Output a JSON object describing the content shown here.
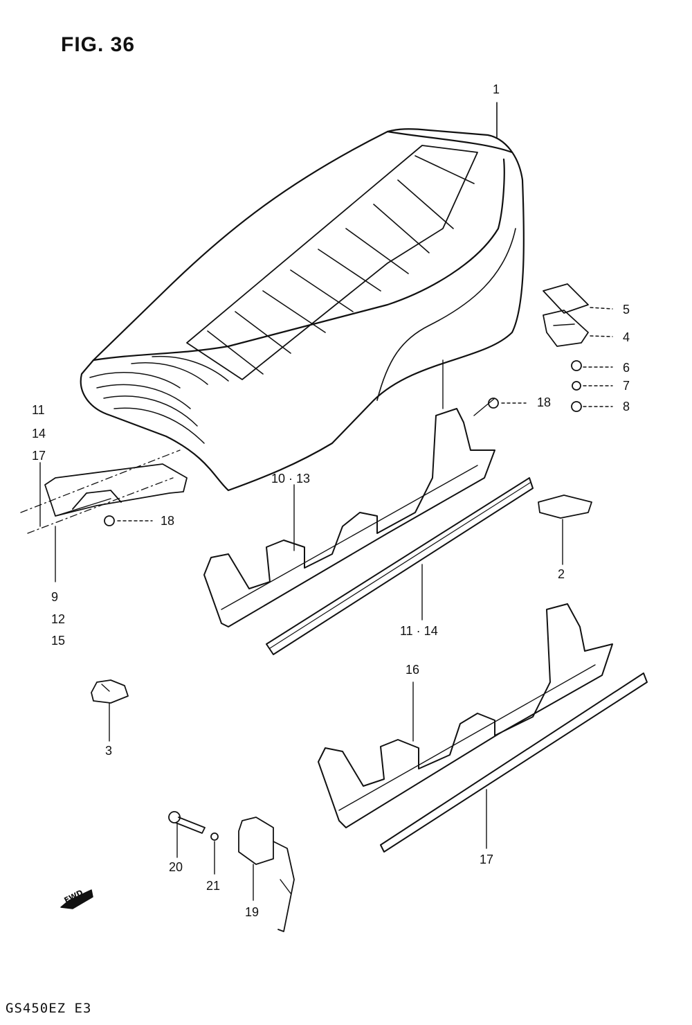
{
  "figure": {
    "title": "FIG. 36",
    "model_code": "GS450EZ  E3",
    "fwd_label": "FWD"
  },
  "callouts": {
    "c1": "1",
    "c2": "2",
    "c3": "3",
    "c4": "4",
    "c5": "5",
    "c6": "6",
    "c7": "7",
    "c8": "8",
    "c9": "9",
    "c12": "12",
    "c15": "15",
    "c11a": "11",
    "c14a": "14",
    "c17a": "17",
    "c10_13": "10 · 13",
    "c11_14": "11 · 14",
    "c16": "16",
    "c17": "17",
    "c18a": "18",
    "c18b": "18",
    "c19": "19",
    "c20": "20",
    "c21": "21"
  }
}
